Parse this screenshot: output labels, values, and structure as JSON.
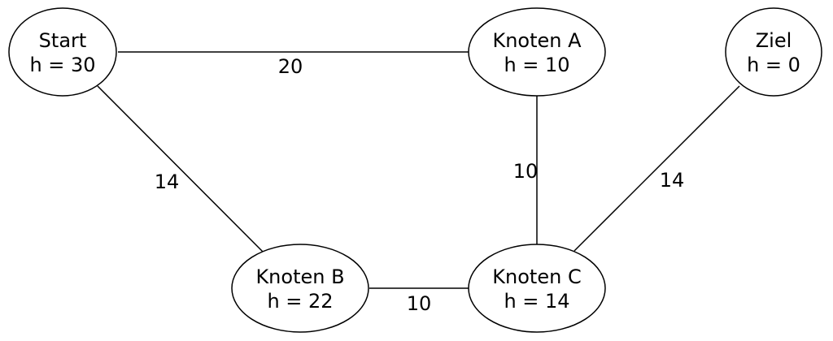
{
  "nodes": {
    "start": {
      "name": "Start",
      "heuristic": "h = 30"
    },
    "a": {
      "name": "Knoten A",
      "heuristic": "h = 10"
    },
    "ziel": {
      "name": "Ziel",
      "heuristic": "h = 0"
    },
    "b": {
      "name": "Knoten B",
      "heuristic": "h = 22"
    },
    "c": {
      "name": "Knoten C",
      "heuristic": "h = 14"
    }
  },
  "edges": {
    "start_a": {
      "from": "Start",
      "to": "Knoten A",
      "weight": "20"
    },
    "start_b": {
      "from": "Start",
      "to": "Knoten B",
      "weight": "14"
    },
    "a_c": {
      "from": "Knoten A",
      "to": "Knoten C",
      "weight": "10"
    },
    "ziel_c": {
      "from": "Ziel",
      "to": "Knoten C",
      "weight": "14"
    },
    "b_c": {
      "from": "Knoten B",
      "to": "Knoten C",
      "weight": "10"
    }
  }
}
